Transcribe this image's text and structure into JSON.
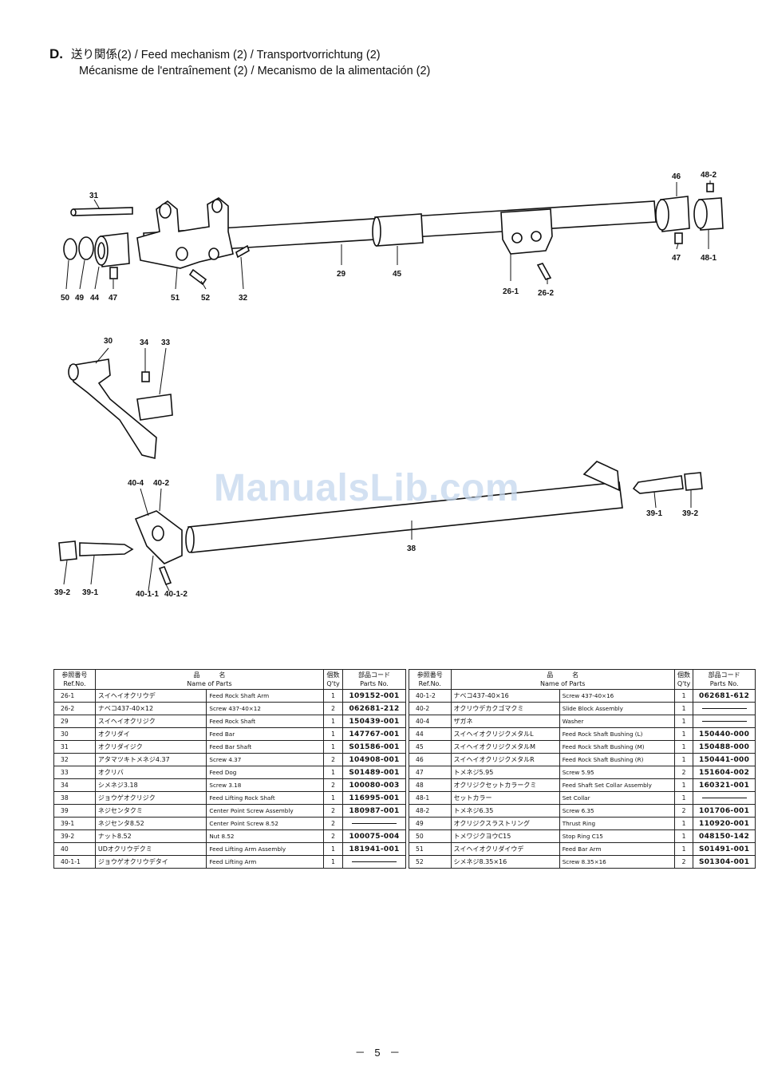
{
  "header": {
    "section": "D.",
    "line1": "送り関係(2) / Feed mechanism (2) / Transportvorrichtung (2)",
    "line2": "Mécanisme de l'entraînement (2) / Mecanismo de la alimentación (2)"
  },
  "watermark": "ManualsLib.com",
  "callouts": {
    "c31": "31",
    "c50": "50",
    "c49": "49",
    "c44": "44",
    "c47a": "47",
    "c51": "51",
    "c52": "52",
    "c32": "32",
    "c29": "29",
    "c45": "45",
    "c26_1": "26-1",
    "c26_2": "26-2",
    "c46": "46",
    "c48_2": "48-2",
    "c47b": "47",
    "c48_1": "48-1",
    "c30": "30",
    "c34": "34",
    "c33": "33",
    "c40_4": "40-4",
    "c40_2": "40-2",
    "c39_2a": "39-2",
    "c39_1a": "39-1",
    "c40_1_1": "40-1-1",
    "c40_1_2": "40-1-2",
    "c38": "38",
    "c39_1b": "39-1",
    "c39_2b": "39-2"
  },
  "table_headers": {
    "ref_jp": "参照番号",
    "ref_en": "Ref.No.",
    "name_jp": "品　　　名",
    "name_en": "Name of Parts",
    "qty_jp": "個数",
    "qty_en": "Q'ty",
    "code_jp": "部品コード",
    "code_en": "Parts No."
  },
  "table_left": [
    {
      "ref": "26-1",
      "jp": "スイヘイオクリウデ",
      "en": "Feed Rock Shaft Arm",
      "qty": "1",
      "code": "109152-001"
    },
    {
      "ref": "26-2",
      "jp": "ナベコ437-40×12",
      "en": "Screw 437-40×12",
      "qty": "2",
      "code": "062681-212"
    },
    {
      "ref": "29",
      "jp": "スイヘイオクリジク",
      "en": "Feed Rock Shaft",
      "qty": "1",
      "code": "150439-001"
    },
    {
      "ref": "30",
      "jp": "オクリダイ",
      "en": "Feed Bar",
      "qty": "1",
      "code": "147767-001"
    },
    {
      "ref": "31",
      "jp": "オクリダイジク",
      "en": "Feed Bar Shaft",
      "qty": "1",
      "code": "S01586-001"
    },
    {
      "ref": "32",
      "jp": "アタマツキトメネジ4.37",
      "en": "Screw 4.37",
      "qty": "2",
      "code": "104908-001"
    },
    {
      "ref": "33",
      "jp": "オクリバ",
      "en": "Feed Dog",
      "qty": "1",
      "code": "S01489-001"
    },
    {
      "ref": "34",
      "jp": "シメネジ3.18",
      "en": "Screw 3.18",
      "qty": "2",
      "code": "100080-003"
    },
    {
      "ref": "38",
      "jp": "ジョウゲオクリジク",
      "en": "Feed Lifting Rock Shaft",
      "qty": "1",
      "code": "116995-001"
    },
    {
      "ref": "39",
      "jp": "ネジセンタクミ",
      "en": "Center Point Screw Assembly",
      "qty": "2",
      "code": "180987-001"
    },
    {
      "ref": "39-1",
      "jp": "ネジセンタ8.52",
      "en": "Center Point Screw 8.52",
      "qty": "2",
      "code": ""
    },
    {
      "ref": "39-2",
      "jp": "ナット8.52",
      "en": "Nut 8.52",
      "qty": "2",
      "code": "100075-004"
    },
    {
      "ref": "40",
      "jp": "UDオクリウデクミ",
      "en": "Feed Lifting Arm Assembly",
      "qty": "1",
      "code": "181941-001"
    },
    {
      "ref": "40-1-1",
      "jp": "ジョウゲオクリウデタイ",
      "en": "Feed Lifting Arm",
      "qty": "1",
      "code": ""
    }
  ],
  "table_right": [
    {
      "ref": "40-1-2",
      "jp": "ナベコ437-40×16",
      "en": "Screw 437-40×16",
      "qty": "1",
      "code": "062681-612"
    },
    {
      "ref": "40-2",
      "jp": "オクリウデカクゴマクミ",
      "en": "Slide Block Assembly",
      "qty": "1",
      "code": ""
    },
    {
      "ref": "40-4",
      "jp": "ザガネ",
      "en": "Washer",
      "qty": "1",
      "code": ""
    },
    {
      "ref": "44",
      "jp": "スイヘイオクリジクメタルL",
      "en": "Feed Rock Shaft Bushing (L)",
      "qty": "1",
      "code": "150440-000"
    },
    {
      "ref": "45",
      "jp": "スイヘイオクリジクメタルM",
      "en": "Feed Rock Shaft Bushing (M)",
      "qty": "1",
      "code": "150488-000"
    },
    {
      "ref": "46",
      "jp": "スイヘイオクリジクメタルR",
      "en": "Feed Rock Shaft Bushing (R)",
      "qty": "1",
      "code": "150441-000"
    },
    {
      "ref": "47",
      "jp": "トメネジ5.95",
      "en": "Screw 5.95",
      "qty": "2",
      "code": "151604-002"
    },
    {
      "ref": "48",
      "jp": "オクリジクセットカラークミ",
      "en": "Feed Shaft Set Collar Assembly",
      "qty": "1",
      "code": "160321-001"
    },
    {
      "ref": "48-1",
      "jp": "セットカラー",
      "en": "Set Collar",
      "qty": "1",
      "code": ""
    },
    {
      "ref": "48-2",
      "jp": "トメネジ6.35",
      "en": "Screw 6.35",
      "qty": "2",
      "code": "101706-001"
    },
    {
      "ref": "49",
      "jp": "オクリジクスラストリング",
      "en": "Thrust Ring",
      "qty": "1",
      "code": "110920-001"
    },
    {
      "ref": "50",
      "jp": "トメワジクヨウC15",
      "en": "Stop Ring C15",
      "qty": "1",
      "code": "048150-142"
    },
    {
      "ref": "51",
      "jp": "スイヘイオクリダイウデ",
      "en": "Feed Bar Arm",
      "qty": "1",
      "code": "S01491-001"
    },
    {
      "ref": "52",
      "jp": "シメネジ8.35×16",
      "en": "Screw 8.35×16",
      "qty": "2",
      "code": "S01304-001"
    }
  ],
  "page_number": "－ 5 －"
}
